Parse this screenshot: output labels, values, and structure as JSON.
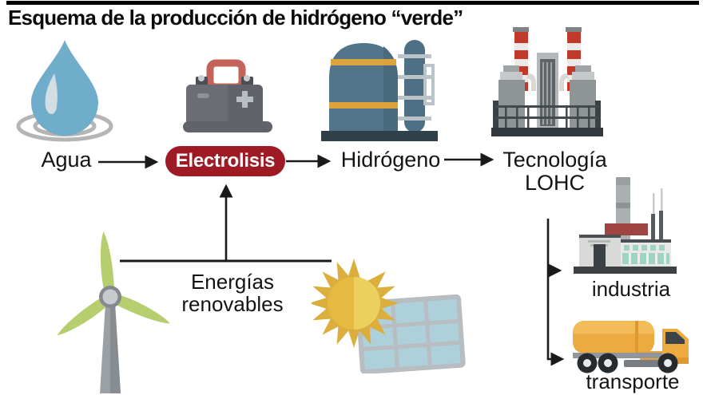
{
  "title": "Esquema de la producción de hidrógeno “verde”",
  "flow": {
    "agua": "Agua",
    "electrolisis": "Electrolisis",
    "hidrogeno": "Hidrógeno",
    "tecnologia_line1": "Tecnología",
    "tecnologia_line2": "LOHC",
    "energias_line1": "Energías",
    "energias_line2": "renovables",
    "industria": "industria",
    "transporte": "transporte"
  },
  "colors": {
    "badge_bg": "#9e1b26",
    "badge_text": "#ffffff",
    "text": "#141414",
    "connector_line": "#1a1a1a",
    "top_rule": "#000000",
    "water_drop": "#6fadca",
    "battery_body": "#60646a",
    "battery_handle": "#c4635a",
    "hydrogen_tank": "#53758a",
    "tank_bands": "#dda43e",
    "chimney_red": "#c0392b",
    "turbine_blades": "#b7ce6e",
    "sun": "#e6ba41",
    "solar_panel": "#aed0da",
    "factory_red": "#a04443",
    "factory_windows": "#9fd4c4",
    "truck": "#edaa40"
  }
}
